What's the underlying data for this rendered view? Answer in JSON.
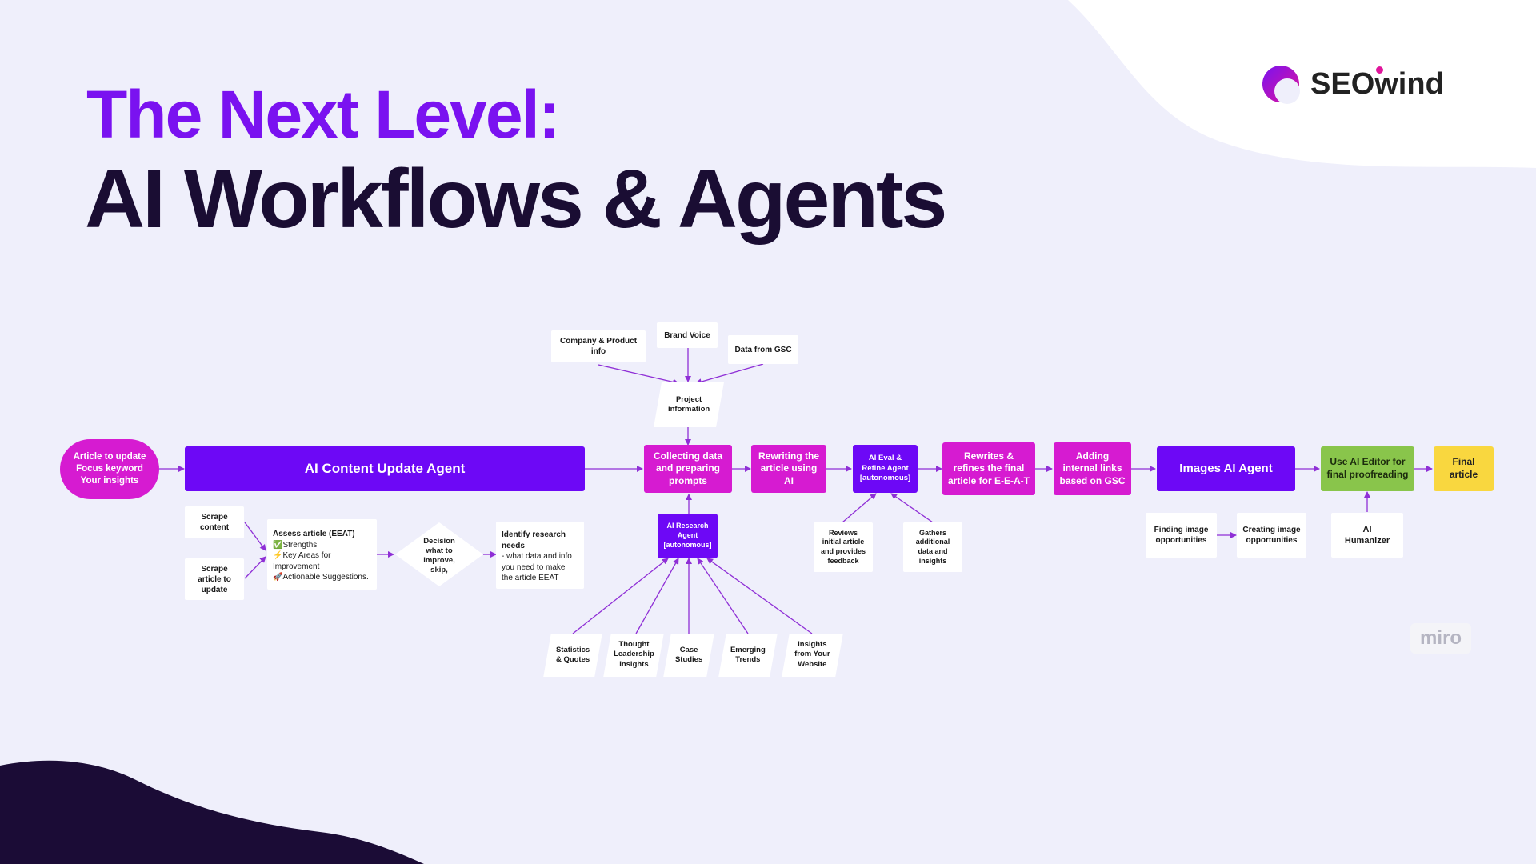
{
  "colors": {
    "accent": "#7a12f0",
    "dark": "#1a0d33",
    "magenta": "#d61bd1",
    "purple": "#6d08f6",
    "green": "#89c54b",
    "yellow": "#f9d73f",
    "background": "#efeffb",
    "arrow": "#8f2fd6"
  },
  "header": {
    "title_line1": "The Next Level:",
    "title_line2": "AI Workflows & Agents"
  },
  "logo": {
    "text": "SEOwind",
    "icon": "crescent-logo-icon"
  },
  "watermark": "miro",
  "nodes": {
    "input": "Article to update\nFocus keyword\nYour insights",
    "content_agent": "AI Content Update Agent",
    "scrape_content": "Scrape\ncontent",
    "scrape_article": "Scrape\narticle to\nupdate",
    "assess": {
      "title": "Assess article (EEAT)",
      "lines": [
        "✅Strengths",
        "⚡Key Areas for Improvement",
        "🚀Actionable Suggestions."
      ]
    },
    "decision": "Decision\nwhat to\nimprove,\nskip,",
    "research": {
      "title": "Identify research needs",
      "body": "- what data and info you need to make the article EEAT"
    },
    "company": "Company & Product\ninfo",
    "brand_voice": "Brand Voice",
    "gsc": "Data from GSC",
    "project_info": "Project\ninformation",
    "collecting": "Collecting data\nand preparing\nprompts",
    "research_agent": "AI Research\nAgent\n[autonomous]",
    "statistics": "Statistics\n& Quotes",
    "thought": "Thought\nLeadership\nInsights",
    "case": "Case\nStudies",
    "trends": "Emerging\nTrends",
    "insights": "Insights\nfrom Your\nWebsite",
    "rewriting": "Rewriting the\narticle using\nAI",
    "eval_agent": "AI Eval &\nRefine Agent\n[autonomous]",
    "reviews": "Reviews\ninitial article\nand provides\nfeedback",
    "gathers": "Gathers\nadditional\ndata and\ninsights",
    "rewrites": "Rewrites &\nrefines the final\narticle for E-E-A-T",
    "links": "Adding\ninternal links\nbased on GSC",
    "images_agent": "Images AI Agent",
    "finding": "Finding image\nopportunities",
    "creating": "Creating image\nopportunities",
    "editor": "Use AI Editor for\nfinal proofreading",
    "humanizer": "AI\nHumanizer",
    "final": "Final\narticle"
  }
}
